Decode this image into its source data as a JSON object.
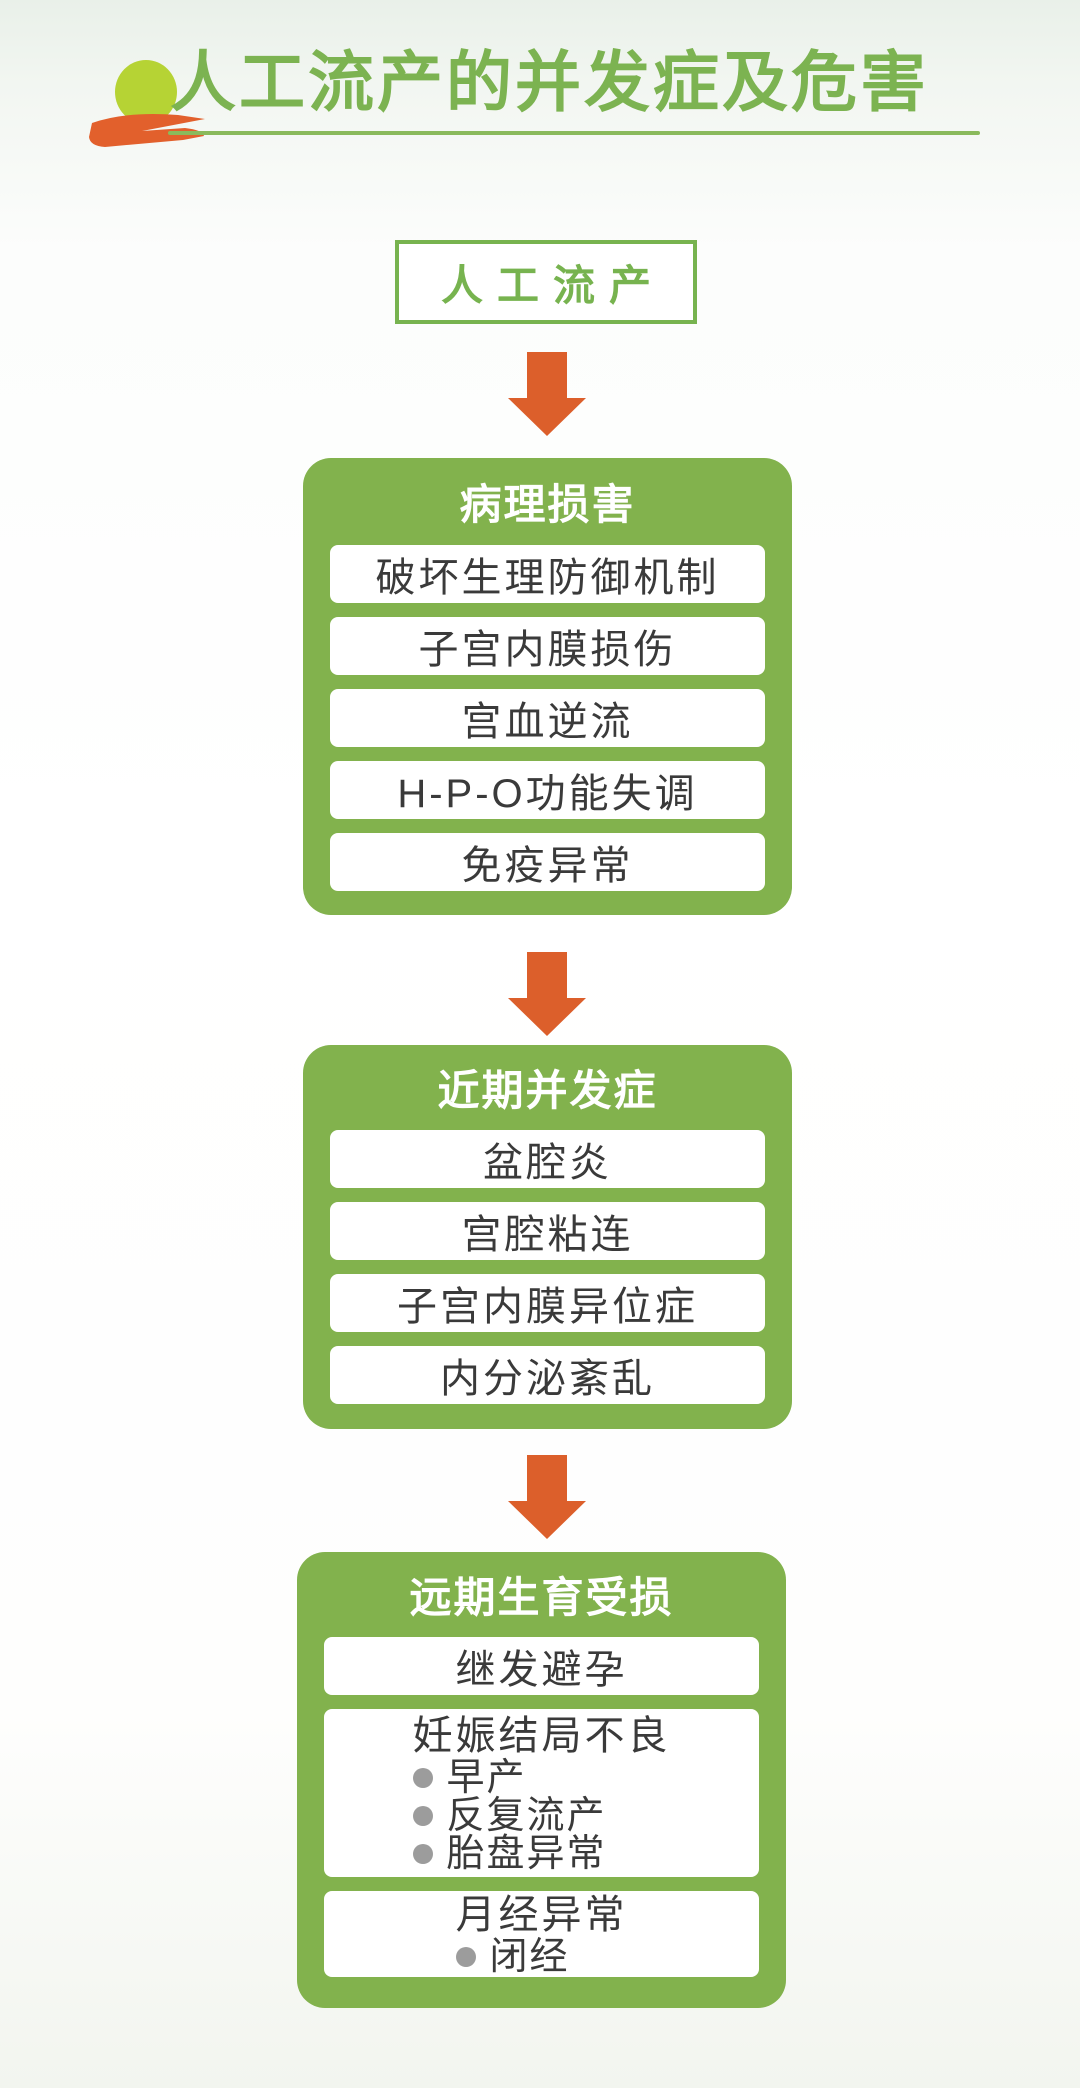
{
  "header": {
    "title": "人工流产的并发症及危害"
  },
  "flow": {
    "root": {
      "label": "人工流产"
    },
    "sections": [
      {
        "title": "病理损害",
        "items": [
          "破坏生理防御机制",
          "子宫内膜损伤",
          "宫血逆流",
          "H-P-O功能失调",
          "免疫异常"
        ]
      },
      {
        "title": "近期并发症",
        "items": [
          "盆腔炎",
          "宫腔粘连",
          "子宫内膜异位症",
          "内分泌紊乱"
        ]
      },
      {
        "title": "远期生育受损",
        "rows": [
          {
            "title": "继发避孕",
            "bullets": []
          },
          {
            "title": "妊娠结局不良",
            "bullets": [
              "早产",
              "反复流产",
              "胎盘异常"
            ]
          },
          {
            "title": "月经异常",
            "bullets": [
              "闭经"
            ]
          }
        ]
      }
    ]
  },
  "icons": {
    "logo_sun": "sun-circle",
    "logo_brush": "orange-brush-stroke",
    "arrow": "down-arrow"
  },
  "colors": {
    "panel_green": "#82b24d",
    "title_green": "#7cb351",
    "arrow_orange": "#dc5f2b",
    "logo_yellow_green": "#b6d334",
    "logo_orange": "#e2602c",
    "text_dark": "#3a3a3a",
    "bullet_gray": "#9c9c9c"
  }
}
